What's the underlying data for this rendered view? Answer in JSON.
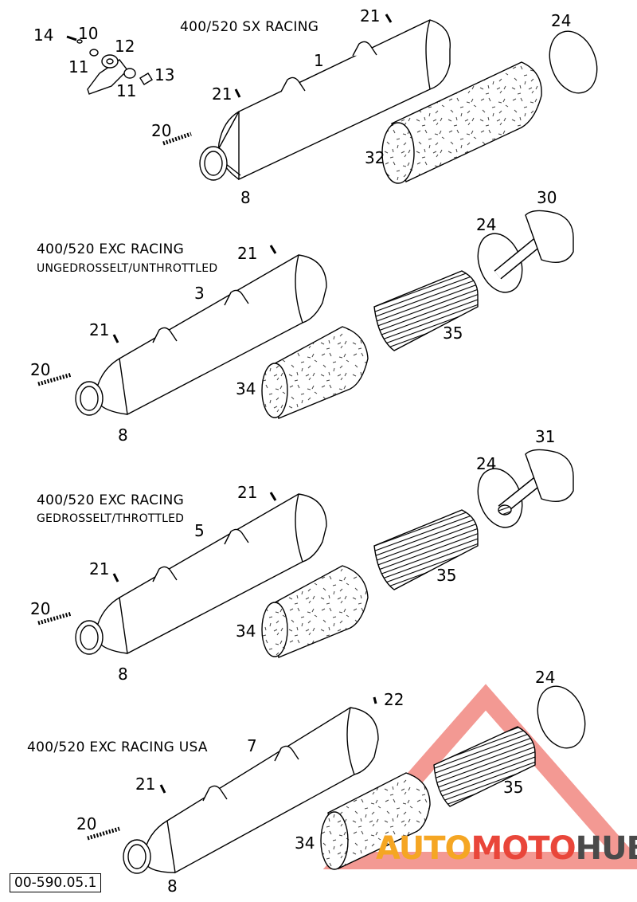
{
  "diagram": {
    "document_number": "00-590.05.1",
    "groups": [
      {
        "title": "400/520 SX RACING",
        "subtitle": ""
      },
      {
        "title": "400/520 EXC RACING",
        "subtitle": "UNGEDROSSELT/UNTHROTTLED"
      },
      {
        "title": "400/520 EXC RACING",
        "subtitle": "GEDROSSELT/THROTTLED"
      },
      {
        "title": "400/520 EXC RACING USA",
        "subtitle": ""
      }
    ],
    "callouts": {
      "g1": [
        "14",
        "10",
        "12",
        "11",
        "11",
        "13",
        "21",
        "1",
        "24",
        "21",
        "20",
        "32",
        "8"
      ],
      "g2": [
        "21",
        "30",
        "24",
        "3",
        "21",
        "35",
        "20",
        "34",
        "8"
      ],
      "g3": [
        "21",
        "31",
        "24",
        "5",
        "21",
        "35",
        "20",
        "34",
        "8"
      ],
      "g4": [
        "22",
        "24",
        "7",
        "21",
        "35",
        "20",
        "34",
        "8"
      ]
    },
    "watermark": {
      "part1": "AUTO",
      "part2": "MOTO",
      "part3": "HUB"
    }
  },
  "colors": {
    "line": "#000000",
    "watermark_orange": "#f5a623",
    "watermark_red": "#e9463a",
    "watermark_gray": "#4a4a4a"
  }
}
